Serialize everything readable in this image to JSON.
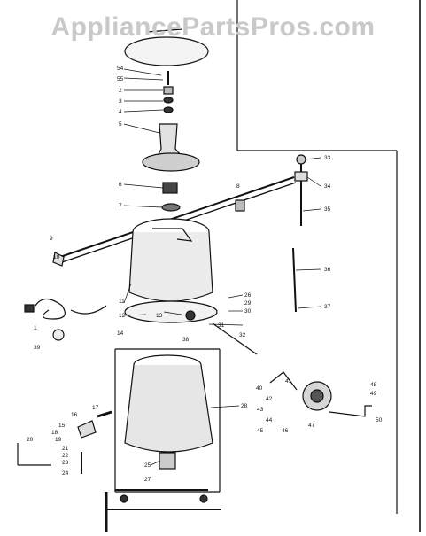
{
  "watermark": "AppliancePartsPros.com",
  "callouts": {
    "c54": "54",
    "c55": "55",
    "c2": "2",
    "c3": "3",
    "c4": "4",
    "c5": "5",
    "c6": "6",
    "c7": "7",
    "c8": "8",
    "c33": "33",
    "c34": "34",
    "c35": "35",
    "c36": "36",
    "c37": "37",
    "c9": "9",
    "c10": "10",
    "c1": "1",
    "c11": "11",
    "c12": "12",
    "c13": "13",
    "c14": "14",
    "c26": "26",
    "c29": "29",
    "c30": "30",
    "c31": "31",
    "c32": "32",
    "c39": "39",
    "c38": "38",
    "c16": "16",
    "c15": "15",
    "c17": "17",
    "c18": "18",
    "c19": "19",
    "c20": "20",
    "c21": "21",
    "c22": "22",
    "c23": "23",
    "c24": "24",
    "c28": "28",
    "c25": "25",
    "c27": "27",
    "c40": "40",
    "c41": "41",
    "c42": "42",
    "c43": "43",
    "c44": "44",
    "c45": "45",
    "c46": "46",
    "c47": "47",
    "c48": "48",
    "c49": "49",
    "c50": "50"
  },
  "colors": {
    "ink": "#111111",
    "watermark": "#c9c9c9",
    "tub_shade": "#d8d8d8"
  }
}
